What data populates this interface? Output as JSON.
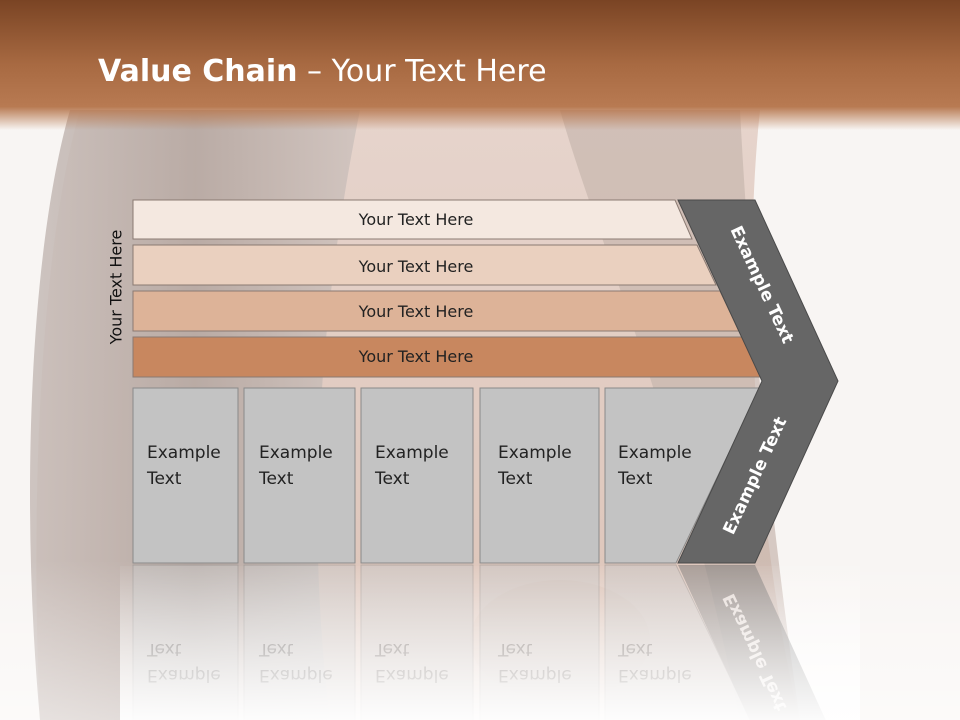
{
  "slide": {
    "title_bold": "Value Chain",
    "title_rest": " – Your Text Here",
    "side_label": "Your Text Here"
  },
  "bars": [
    {
      "label": "Your Text Here",
      "color": "#f4e8e0"
    },
    {
      "label": "Your Text Here",
      "color": "#ead0bf"
    },
    {
      "label": "Your Text Here",
      "color": "#ddb398"
    },
    {
      "label": "Your Text Here",
      "color": "#c8875f"
    }
  ],
  "cells": [
    {
      "line1": "Example",
      "line2": "Text"
    },
    {
      "line1": "Example",
      "line2": "Text"
    },
    {
      "line1": "Example",
      "line2": "Text"
    },
    {
      "line1": "Example",
      "line2": "Text"
    },
    {
      "line1": "Example",
      "line2": "Text"
    }
  ],
  "chevron": {
    "upper_label": "Example Text",
    "lower_label": "Example Text",
    "color": "#666666"
  },
  "colors": {
    "cell_fill": "#c3c3c3",
    "header_brown": "#a86a42"
  }
}
